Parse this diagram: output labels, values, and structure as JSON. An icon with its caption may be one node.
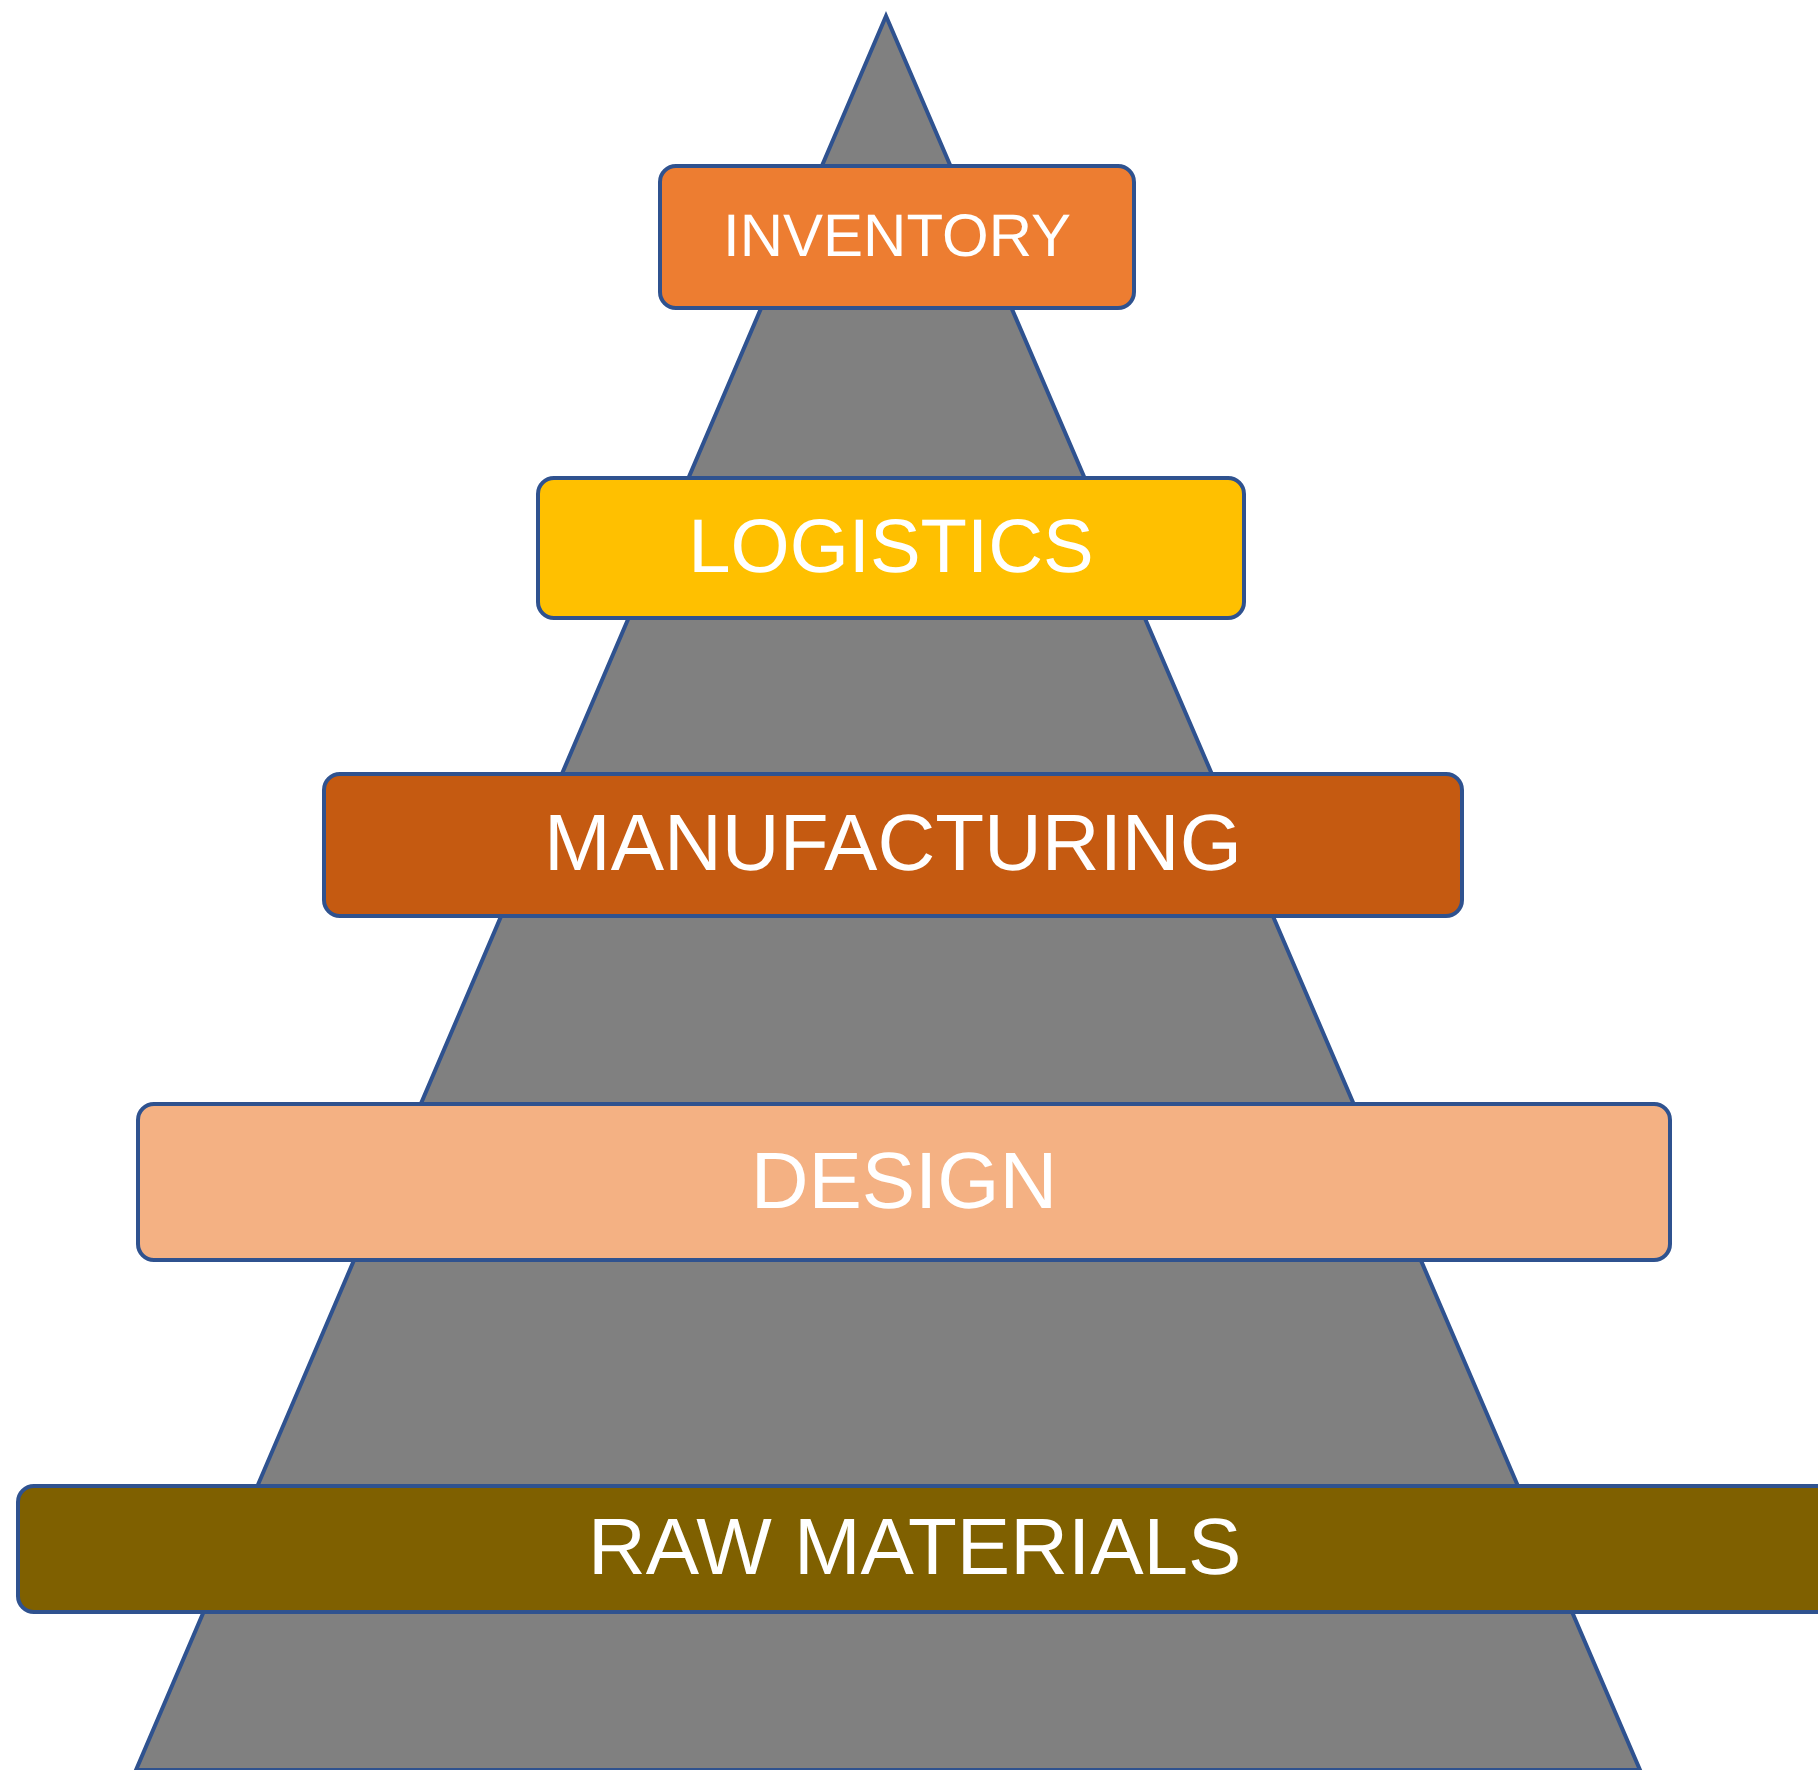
{
  "diagram": {
    "nodes": [
      {
        "text": [
          "INVENTORY"
        ]
      },
      {
        "text": [
          "LOGISTICS"
        ]
      },
      {
        "text": [
          "MANUFACTURING"
        ]
      },
      {
        "text": [
          "DESIGN"
        ]
      },
      {
        "text": [
          "RAW MATERIALS"
        ]
      }
    ]
  }
}
